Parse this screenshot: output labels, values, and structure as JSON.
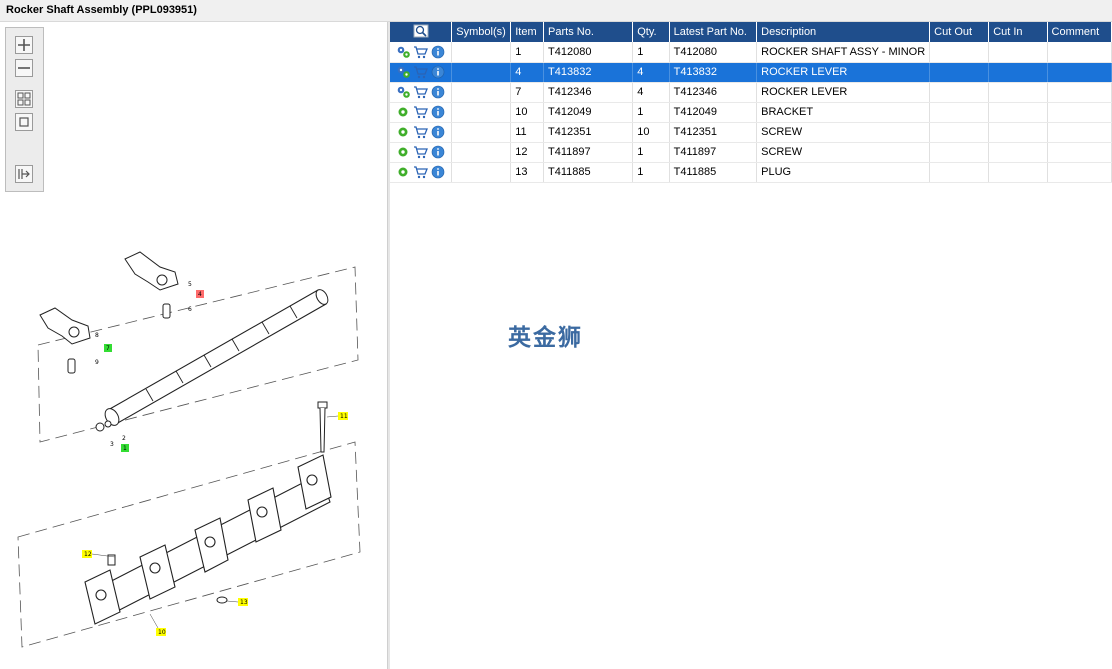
{
  "window": {
    "title": "Rocker Shaft Assembly (PPL093951)"
  },
  "toolbar": {
    "buttons": [
      {
        "name": "zoom-in-icon"
      },
      {
        "name": "zoom-out-icon"
      },
      {
        "name": "fit-all-icon"
      },
      {
        "name": "fit-window-icon"
      },
      {
        "name": "export-icon"
      }
    ]
  },
  "drawing": {
    "callouts": [
      "1",
      "2",
      "3",
      "4",
      "5",
      "6",
      "7",
      "8",
      "9",
      "10",
      "11",
      "12",
      "13"
    ],
    "highlight_colors": {
      "yellow": "#ffff00",
      "green": "#33dd33",
      "red": "#ff6b6b"
    }
  },
  "table": {
    "headers": {
      "icons": "",
      "symbols": "Symbol(s)",
      "item": "Item",
      "part": "Parts No.",
      "qty": "Qty.",
      "latest": "Latest Part No.",
      "desc": "Description",
      "cut_out": "Cut Out",
      "cut_in": "Cut In",
      "comment": "Comment"
    },
    "rows": [
      {
        "item": "1",
        "part": "T412080",
        "qty": "1",
        "latest": "T412080",
        "desc": "ROCKER SHAFT ASSY - MINOR",
        "gear": "multi",
        "selected": false
      },
      {
        "item": "4",
        "part": "T413832",
        "qty": "4",
        "latest": "T413832",
        "desc": "ROCKER LEVER",
        "gear": "multi",
        "selected": true
      },
      {
        "item": "7",
        "part": "T412346",
        "qty": "4",
        "latest": "T412346",
        "desc": "ROCKER LEVER",
        "gear": "multi",
        "selected": false
      },
      {
        "item": "10",
        "part": "T412049",
        "qty": "1",
        "latest": "T412049",
        "desc": "BRACKET",
        "gear": "single",
        "selected": false
      },
      {
        "item": "11",
        "part": "T412351",
        "qty": "10",
        "latest": "T412351",
        "desc": "SCREW",
        "gear": "single",
        "selected": false
      },
      {
        "item": "12",
        "part": "T411897",
        "qty": "1",
        "latest": "T411897",
        "desc": "SCREW",
        "gear": "single",
        "selected": false
      },
      {
        "item": "13",
        "part": "T411885",
        "qty": "1",
        "latest": "T411885",
        "desc": "PLUG",
        "gear": "single",
        "selected": false
      }
    ]
  },
  "watermark": {
    "text": "英金狮"
  },
  "colors": {
    "header_bg": "#1f4e8c",
    "selected_row": "#1a73d9",
    "gear_green": "#3fae2a",
    "gear_blue": "#3a70c0"
  }
}
